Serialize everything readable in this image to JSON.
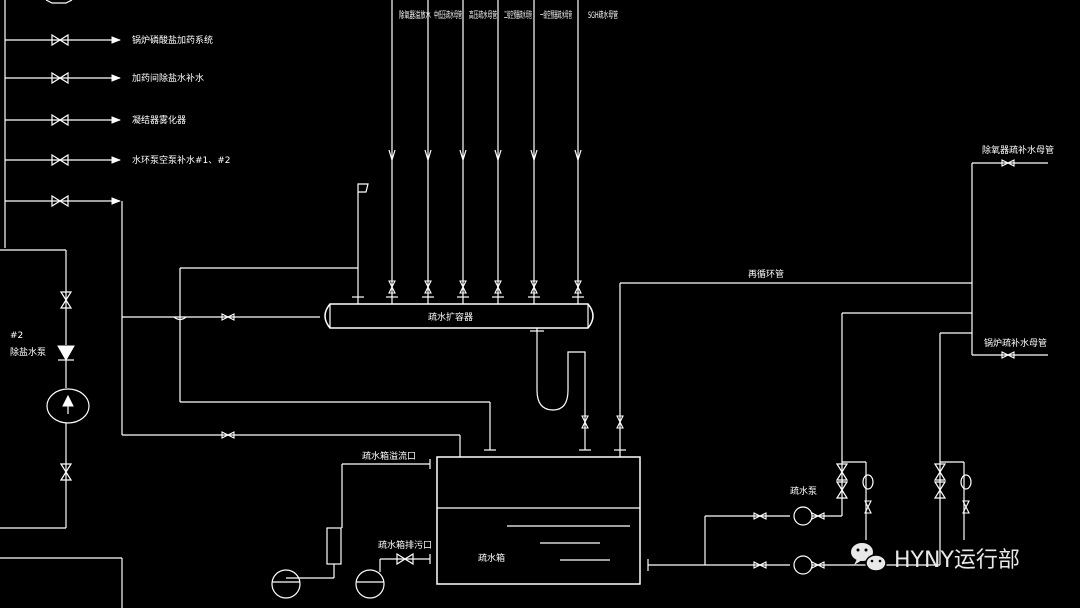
{
  "left_branches": [
    {
      "label": "锅炉磷酸盐加药系统"
    },
    {
      "label": "加药间除盐水补水"
    },
    {
      "label": "凝结器雾化器"
    },
    {
      "label": "水环泵空泵补水#1、#2"
    },
    {
      "label": ""
    }
  ],
  "pump2": {
    "label_line1": "#2",
    "label_line2": "除盐水泵"
  },
  "header_inlets": [
    {
      "label": "除氧器溢放水"
    },
    {
      "label": "中低压疏水母管"
    },
    {
      "label": "高压疏水母管"
    },
    {
      "label": "二级空预器疏水母管"
    },
    {
      "label": "一级空预器疏水母管"
    },
    {
      "label": "SGH疏水母管"
    }
  ],
  "flash_tank": {
    "label": "疏水扩容器"
  },
  "drain_tank": {
    "label": "疏水箱"
  },
  "overflow": {
    "label": "疏水箱溢流口"
  },
  "drain_outlet": {
    "label": "疏水箱排污口"
  },
  "drain_pump": {
    "label": "疏水泵"
  },
  "recirc": {
    "label": "再循环管"
  },
  "right_outlets": [
    {
      "label": "除氧器疏补水母管"
    },
    {
      "label": "锅炉疏补水母管"
    }
  ],
  "watermark": {
    "text": "HYNY运行部",
    "icon": "wechat-icon"
  },
  "colors": {
    "background": "#000000",
    "line": "#ffffff"
  }
}
